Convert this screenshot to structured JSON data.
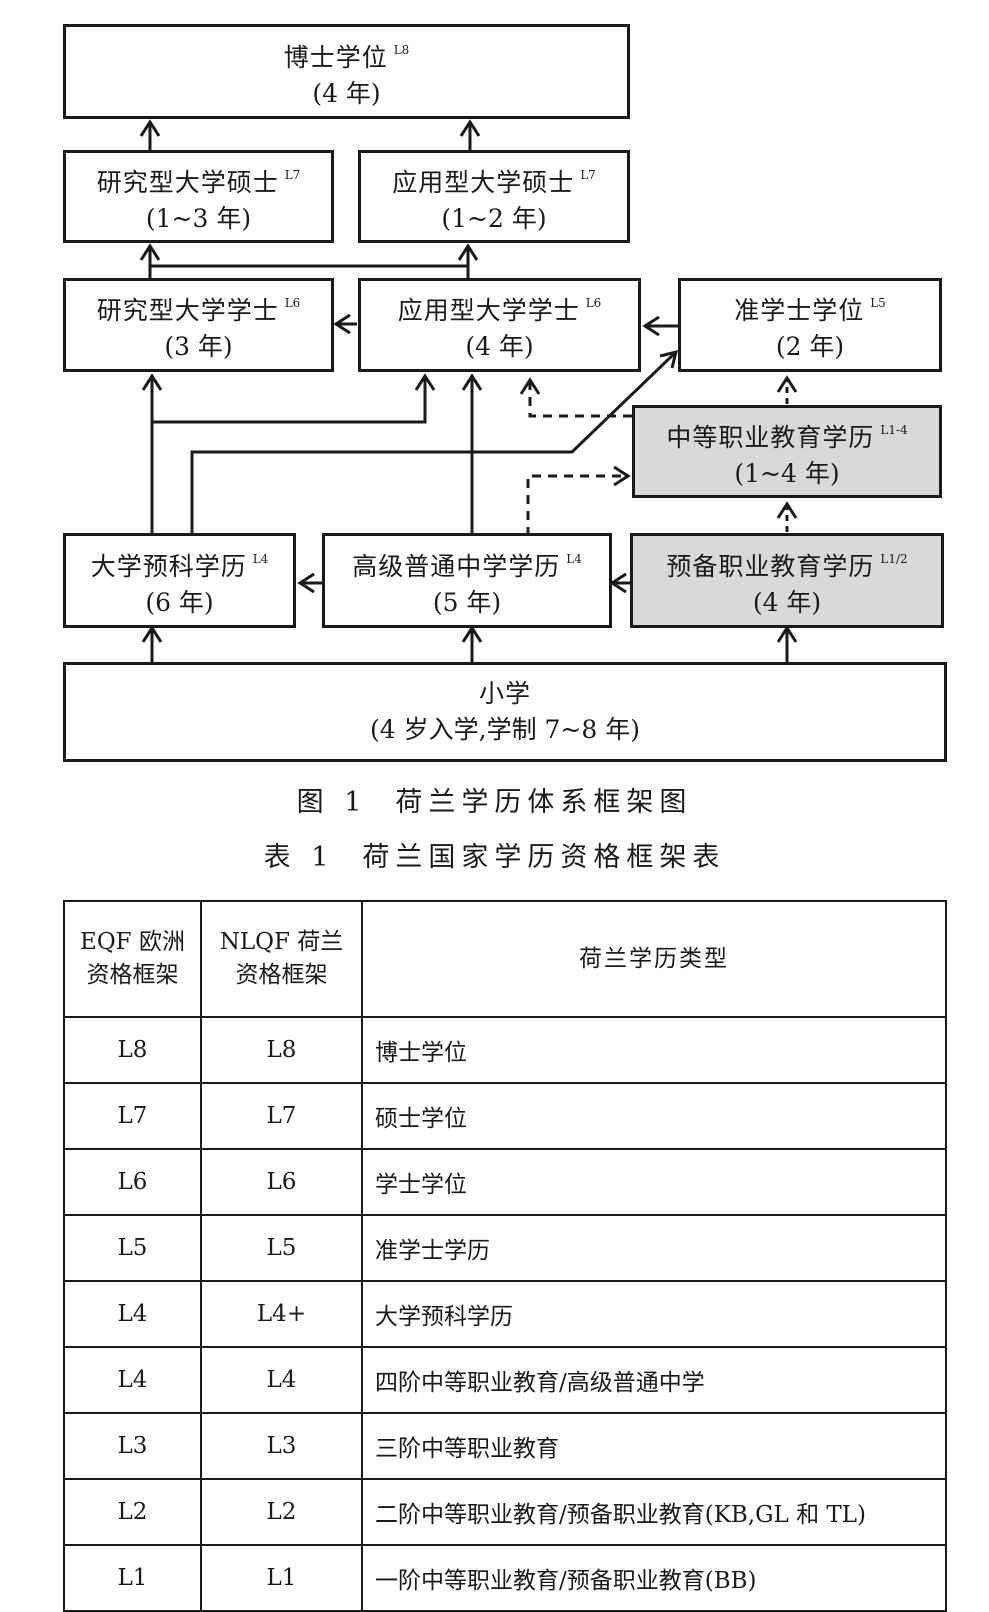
{
  "figure": {
    "nodes": {
      "phd": {
        "title": "博士学位",
        "level": "L8",
        "duration": "(4 年)"
      },
      "research_master": {
        "title": "研究型大学硕士",
        "level": "L7",
        "duration": "(1~3 年)"
      },
      "applied_master": {
        "title": "应用型大学硕士",
        "level": "L7",
        "duration": "(1~2 年)"
      },
      "research_bachelor": {
        "title": "研究型大学学士",
        "level": "L6",
        "duration": "(3 年)"
      },
      "applied_bachelor": {
        "title": "应用型大学学士",
        "level": "L6",
        "duration": "(4 年)"
      },
      "associate": {
        "title": "准学士学位",
        "level": "L5",
        "duration": "(2 年)"
      },
      "mbo": {
        "title": "中等职业教育学历",
        "level": "L1-4",
        "duration": "(1~4 年)"
      },
      "vwo": {
        "title": "大学预科学历",
        "level": "L4",
        "duration": "(6 年)"
      },
      "havo": {
        "title": "高级普通中学学历",
        "level": "L4",
        "duration": "(5 年)"
      },
      "vmbo": {
        "title": "预备职业教育学历",
        "level": "L1/2",
        "duration": "(4 年)"
      },
      "primary": {
        "title": "小学",
        "duration": "(4 岁入学,学制 7~8 年)"
      }
    },
    "caption": {
      "number": "图 1",
      "text": "荷兰学历体系框架图"
    },
    "colors": {
      "line": "#1a1a1a",
      "gray_fill": "#d9d9d9"
    }
  },
  "table": {
    "caption": {
      "number": "表 1",
      "text": "荷兰国家学历资格框架表"
    },
    "headers": {
      "eqf": [
        "EQF 欧洲",
        "资格框架"
      ],
      "nlqf": [
        "NLQF 荷兰",
        "资格框架"
      ],
      "type": "荷兰学历类型"
    },
    "rows": [
      {
        "eqf": "L8",
        "nlqf": "L8",
        "type": "博士学位"
      },
      {
        "eqf": "L7",
        "nlqf": "L7",
        "type": "硕士学位"
      },
      {
        "eqf": "L6",
        "nlqf": "L6",
        "type": "学士学位"
      },
      {
        "eqf": "L5",
        "nlqf": "L5",
        "type": "准学士学历"
      },
      {
        "eqf": "L4",
        "nlqf": "L4+",
        "type": "大学预科学历"
      },
      {
        "eqf": "L4",
        "nlqf": "L4",
        "type": "四阶中等职业教育/高级普通中学"
      },
      {
        "eqf": "L3",
        "nlqf": "L3",
        "type": "三阶中等职业教育"
      },
      {
        "eqf": "L2",
        "nlqf": "L2",
        "type": "二阶中等职业教育/预备职业教育(KB,GL 和 TL)"
      },
      {
        "eqf": "L1",
        "nlqf": "L1",
        "type": "一阶中等职业教育/预备职业教育(BB)"
      }
    ]
  }
}
